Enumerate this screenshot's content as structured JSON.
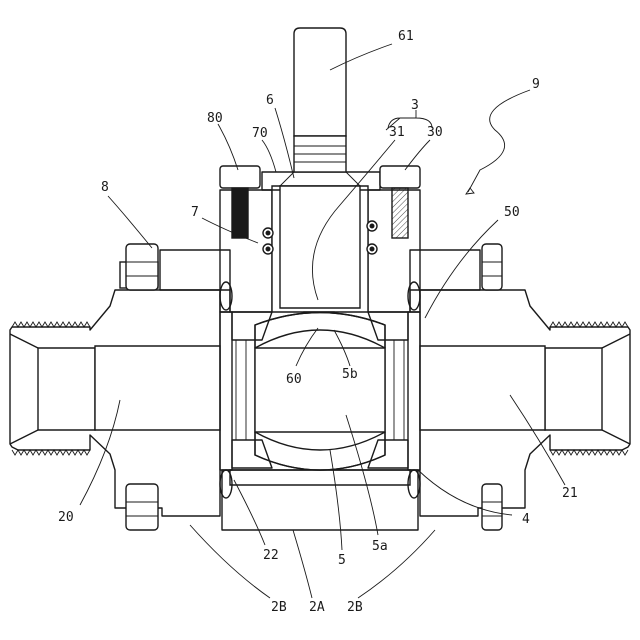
{
  "labels": {
    "ref_61": "61",
    "ref_9": "9",
    "ref_6": "6",
    "ref_3": "3",
    "ref_80": "80",
    "ref_70": "70",
    "ref_31": "31",
    "ref_30": "30",
    "ref_8": "8",
    "ref_7": "7",
    "ref_50": "50",
    "ref_60": "60",
    "ref_5b": "5b",
    "ref_20": "20",
    "ref_21": "21",
    "ref_4": "4",
    "ref_22": "22",
    "ref_5a": "5a",
    "ref_5": "5",
    "ref_2B_left": "2B",
    "ref_2A": "2A",
    "ref_2B_right": "2B"
  }
}
